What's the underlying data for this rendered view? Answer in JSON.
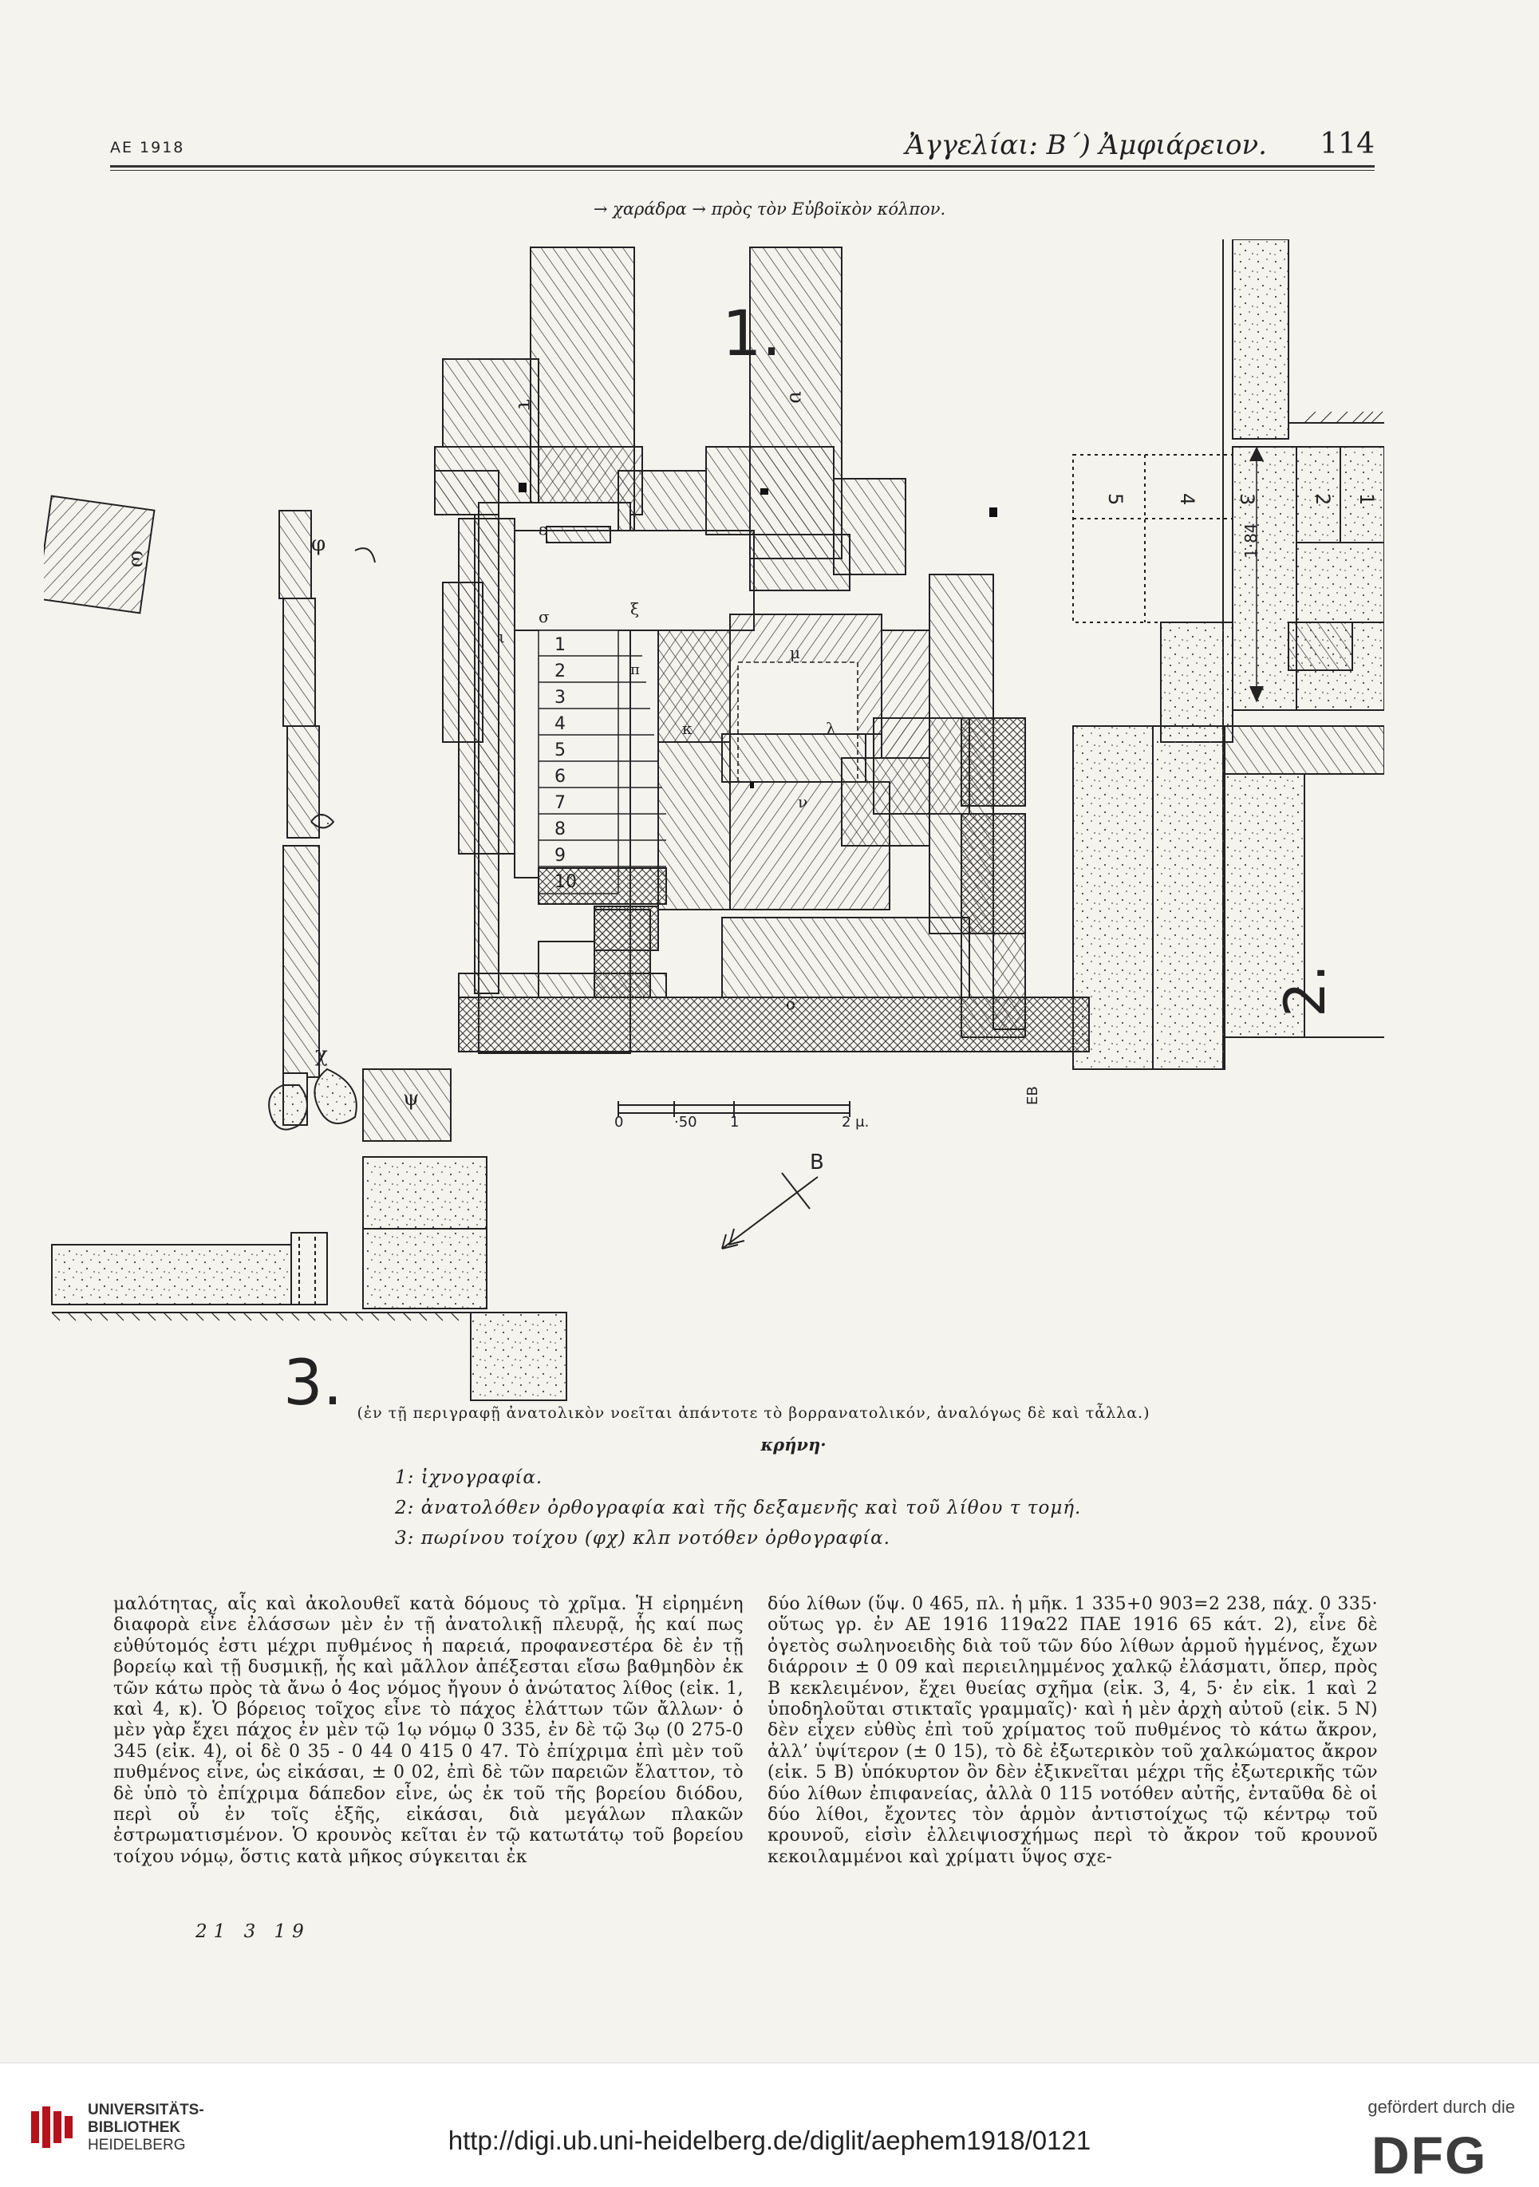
{
  "header": {
    "journal": "ΑΕ 1918",
    "title": "Ἀγγελίαι: Β΄) Ἀμφιάρειον.",
    "page_number": "114"
  },
  "figure": {
    "top_caption": "→ χαράδρα → πρὸς τὸν Εὐβοϊκὸν κόλπον.",
    "plan_numbers": {
      "one": "1.",
      "two": "2.",
      "three": "3."
    },
    "steps": [
      "1",
      "2",
      "3",
      "4",
      "5",
      "6",
      "7",
      "8",
      "9",
      "10"
    ],
    "greek_letters": [
      "τ",
      "υ",
      "φ",
      "ω",
      "χ",
      "ψ",
      "ε",
      "σ",
      "ξ",
      "π",
      "ι",
      "κ",
      "λ",
      "μ",
      "ν",
      "ο"
    ],
    "section_labels": [
      "5",
      "4",
      "3",
      "2",
      "1"
    ],
    "dimension_label": "1·84",
    "scale_labels": [
      "0",
      "·50",
      "1",
      "2 μ."
    ],
    "north_label": "B",
    "mark": "ΕΒ"
  },
  "captions": {
    "note": "(ἐν τῇ περιγραφῇ ἀνατολικὸν νοεῖται ἀπάντοτε τὸ βορρανατολικόν, ἀναλόγως δὲ καὶ τἆλλα.)",
    "heading": "κρήνη·",
    "items": [
      "1: ἰχνογραφία.",
      "2: ἀνατολόθεν ὀρθογραφία καὶ τῆς δεξαμενῆς καὶ τοῦ λίθου τ τομή.",
      "3: πωρίνου τοίχου (φχ) κλπ νοτόθεν ὀρθογραφία."
    ]
  },
  "body": {
    "left_column": "μαλότητας, αἷς καὶ ἀκολουθεῖ κατὰ δόμους τὸ χρῖμα. Ἡ εἰρημένη διαφορὰ εἶνε ἐλάσσων μὲν ἐν τῇ ἀνατολικῇ πλευρᾷ, ἧς καί πως εὐθύτομός ἐστι μέχρι πυθμένος ἡ παρειά, προφανεστέρα δὲ ἐν τῇ βορείῳ καὶ τῇ δυσμικῇ, ἧς καὶ μᾶλλον ἀπέξεσται εἴσω βαθμηδὸν ἐκ τῶν κάτω πρὸς τὰ ἄνω ὁ 4ος νόμος ἤγουν ὁ ἀνώτατος λίθος (εἰκ. 1, καὶ 4, κ). Ὁ βόρειος τοῖχος εἶνε τὸ πάχος ἐλάττων τῶν ἄλλων· ὁ μὲν γὰρ ἔχει πάχος ἐν μὲν τῷ 1ῳ νόμῳ 0 335, ἐν δὲ τῷ 3ῳ (0 275-0 345 (εἰκ. 4), οἱ δὲ 0 35 - 0 44  0 415  0 47. Τὸ ἐπίχριμα ἐπὶ μὲν τοῦ πυθμένος εἶνε, ὡς εἰκάσαι, ± 0 02, ἐπὶ δὲ τῶν παρειῶν ἔλαττον, τὸ δὲ ὑπὸ τὸ ἐπίχριμα δάπεδον εἶνε, ὡς ἐκ τοῦ τῆς βορείου διόδου, περὶ οὗ ἐν τοῖς ἑξῆς, εἰκάσαι, διὰ μεγάλων πλακῶν ἐστρωματισμένον. Ὁ κρουνὸς κεῖται ἐν τῷ κατωτάτῳ τοῦ βορείου τοίχου νόμῳ, ὅστις κατὰ μῆκος σύγκειται ἐκ",
    "right_column": "δύο λίθων (ὕψ. 0 465, πλ. ἡ μῆκ. 1 335+0 903=2 238, πάχ. 0 335· οὕτως γρ. ἐν ΑΕ 1916 119α22 ΠΑΕ 1916 65 κάτ. 2), εἶνε δὲ ὀγετὸς σωληνοειδὴς διὰ τοῦ τῶν δύο λίθων ἁρμοῦ ἠγμένος, ἔχων διάρροιν ± 0 09 καὶ περιειλημμένος χαλκῷ ἐλάσματι, ὅπερ, πρὸς Β κεκλειμένον, ἔχει θυείας σχῆμα (εἰκ. 3, 4, 5· ἐν εἰκ. 1 καὶ 2 ὑποδηλοῦται στικταῖς γραμμαῖς)· καὶ ἡ μὲν ἀρχὴ αὐτοῦ (εἰκ. 5 N) δὲν εἶχεν εὐθὺς ἐπὶ τοῦ χρίματος τοῦ πυθμένος τὸ κάτω ἄκρον, ἀλλ’ ὑψίτερον (± 0 15), τὸ δὲ ἐξωτερικὸν τοῦ χαλκώματος ἄκρον (εἰκ. 5 B) ὑπόκυρτον ὂν δὲν ἐξικνεῖται μέχρι τῆς ἐξωτερικῆς τῶν δύο λίθων ἐπιφανείας, ἀλλὰ 0 115 νοτόθεν αὐτῆς, ἐνταῦθα δὲ οἱ δύο λίθοι, ἔχοντες τὸν ἁρμὸν ἀντιστοίχως τῷ κέντρῳ τοῦ κρουνοῦ, εἰσὶν ἐλλειψιοσχήμως περὶ τὸ ἄκρον τοῦ κρουνοῦ κεκοιλαμμένοι καὶ χρίματι ὕψος σχε-",
    "signature": "21 3 19"
  },
  "footer": {
    "library_line1": "UNIVERSITÄTS-",
    "library_line2": "BIBLIOTHEK",
    "library_line3": "HEIDELBERG",
    "url": "http://digi.ub.uni-heidelberg.de/diglit/aephem1918/0121",
    "funding": "gefördert durch die",
    "dfg": "DFG"
  }
}
